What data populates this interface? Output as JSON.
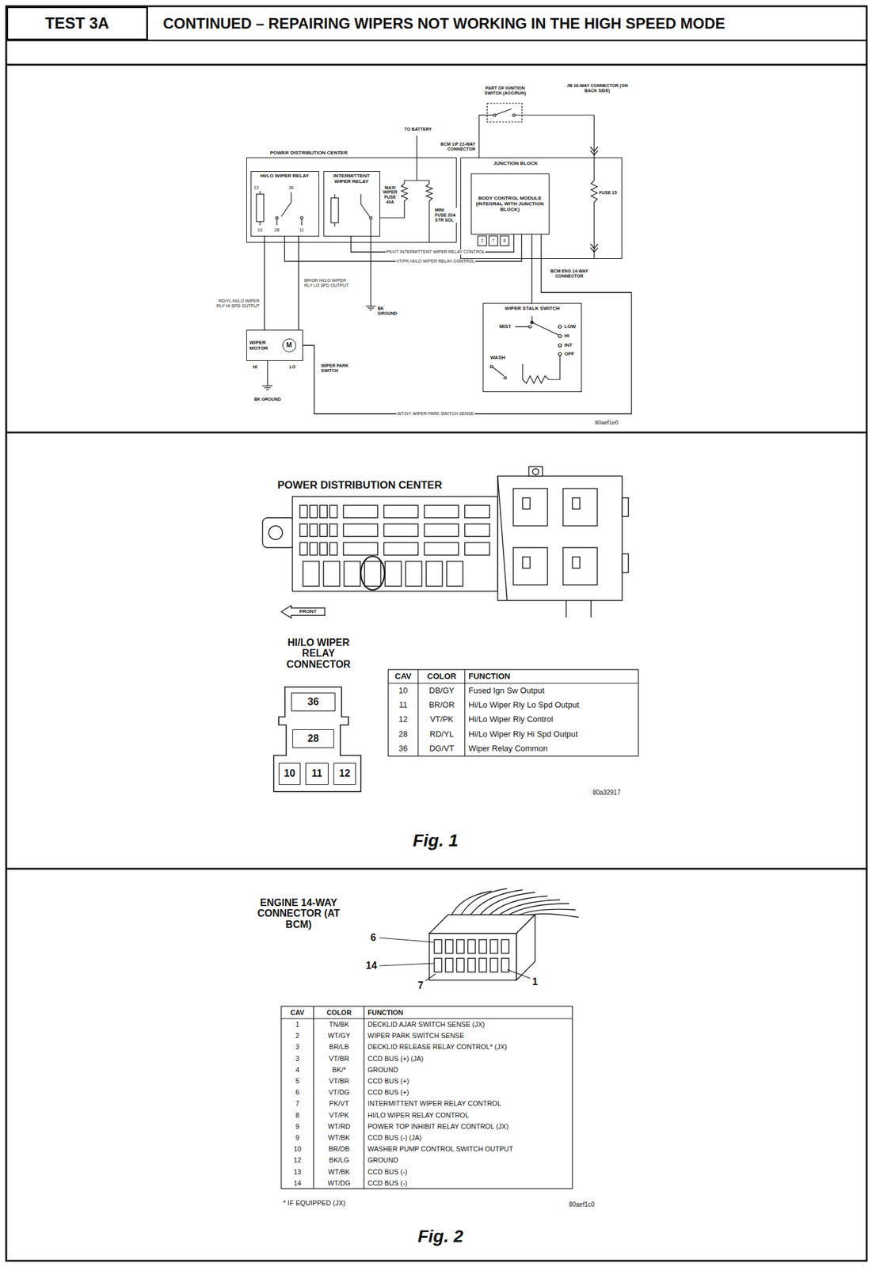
{
  "diagram": {
    "title": "CONTINUED – REPAIRING WIPERS NOT WORKING IN THE HIGH SPEED MODE",
    "nodes": [
      {
        "text": [
          "TEST 3A"
        ]
      },
      {
        "text": [
          "POWER DISTRIBUTION CENTER"
        ]
      },
      {
        "text": [
          "HI/LO WIPER RELAY"
        ],
        "in": 1
      },
      {
        "text": [
          "INTERMITTENT WIPER RELAY"
        ],
        "in": 1
      },
      {
        "text": [
          "JUNCTION BLOCK"
        ]
      },
      {
        "text": [
          "BODY CONTROL MODULE (INTEGRAL WITH JUNCTION BLOCK)"
        ],
        "in": 4
      },
      {
        "text": [
          "WIPER MOTOR"
        ]
      },
      {
        "text": [
          "M"
        ],
        "in": 6
      },
      {
        "text": [
          "WIPER STALK SWITCH"
        ]
      },
      {
        "text": [
          "36"
        ]
      },
      {
        "text": [
          "28"
        ]
      },
      {
        "text": [
          "10"
        ]
      },
      {
        "text": [
          "11"
        ]
      },
      {
        "text": [
          "12"
        ]
      }
    ],
    "edges": [
      {
        "from": 2,
        "to": 6,
        "arrow": "none"
      },
      {
        "from": 2,
        "to": 6,
        "arrow": "none"
      },
      {
        "from": 5,
        "to": 2,
        "arrow": "none"
      },
      {
        "from": 5,
        "to": 3,
        "arrow": "none"
      },
      {
        "from": 8,
        "to": 5,
        "arrow": "none"
      },
      {
        "from": 6,
        "to": 5,
        "arrow": "none"
      }
    ],
    "labels": [
      "PART OF IGNITION SWITCH (ACC/RUN)",
      "JB 16-WAY CONNECTOR (ON BACK SIDE)",
      "TO BATTERY",
      "BCM 1/P 22-WAY CONNECTOR",
      "MAXI WIPER FUSE 40A",
      "MINI FUSE 20A STR SOL",
      "FUSE 15",
      "12",
      "36",
      "10",
      "28",
      "11",
      "2",
      "7",
      "8",
      "BCM ENG 14-WAY CONNECTOR",
      "PK/VT INTERMITTENT WIPER RELAY CONTROL",
      "VT/PK HI/LO WIPER RELAY CONTROL",
      "RD/YL HI/LO WIPER RLY HI SPD OUTPUT",
      "BR/OR HI/LO WIPER RLY LO SPD OUTPUT",
      "BK GROUND",
      "HI",
      "LO",
      "WIPER PARK SWITCH",
      "BK GROUND",
      "WT/GY WIPER PARK SWITCH SENSE",
      "MIST",
      "LOW",
      "HI",
      "INT",
      "OFF",
      "WASH",
      "80aef1e0",
      "POWER DISTRIBUTION CENTER",
      "FRONT",
      "HI/LO WIPER RELAY CONNECTOR",
      "CAV",
      "COLOR",
      "FUNCTION",
      "10",
      "DB/GY",
      "Fused Ign Sw Output",
      "11",
      "BR/OR",
      "Hi/Lo Wiper Rly Lo Spd Output",
      "12",
      "VT/PK",
      "Hi/Lo Wiper Rly Control",
      "28",
      "RD/YL",
      "Hi/Lo Wiper Rly Hi Spd Output",
      "36",
      "DG/VT",
      "Wiper Relay Common",
      "80a32917",
      "Fig. 1",
      "ENGINE 14-WAY CONNECTOR (AT BCM)",
      "6",
      "14",
      "7",
      "1",
      "CAV",
      "COLOR",
      "FUNCTION",
      "1",
      "TN/BK",
      "DECKLID AJAR SWITCH SENSE (JX)",
      "2",
      "WT/GY",
      "WIPER PARK SWITCH SENSE",
      "3",
      "BR/LB",
      "DECKLID RELEASE RELAY CONTROL* (JX)",
      "3",
      "VT/BR",
      "CCD BUS (+) (JA)",
      "4",
      "BK/*",
      "GROUND",
      "5",
      "VT/BR",
      "CCD BUS (+)",
      "6",
      "VT/DG",
      "CCD BUS (+)",
      "7",
      "PK/VT",
      "INTERMITTENT WIPER RELAY CONTROL",
      "8",
      "VT/PK",
      "HI/LO WIPER RELAY CONTROL",
      "9",
      "WT/RD",
      "POWER TOP INHIBIT RELAY CONTROL (JX)",
      "9",
      "WT/BK",
      "CCD BUS (-) (JA)",
      "10",
      "BR/DB",
      "WASHER PUMP CONTROL SWITCH OUTPUT",
      "12",
      "BK/LG",
      "GROUND",
      "13",
      "WT/BK",
      "CCD BUS (-)",
      "14",
      "WT/DG",
      "CCD BUS (-)",
      "* IF EQUIPPED (JX)",
      "80aef1c0",
      "Fig. 2"
    ]
  }
}
